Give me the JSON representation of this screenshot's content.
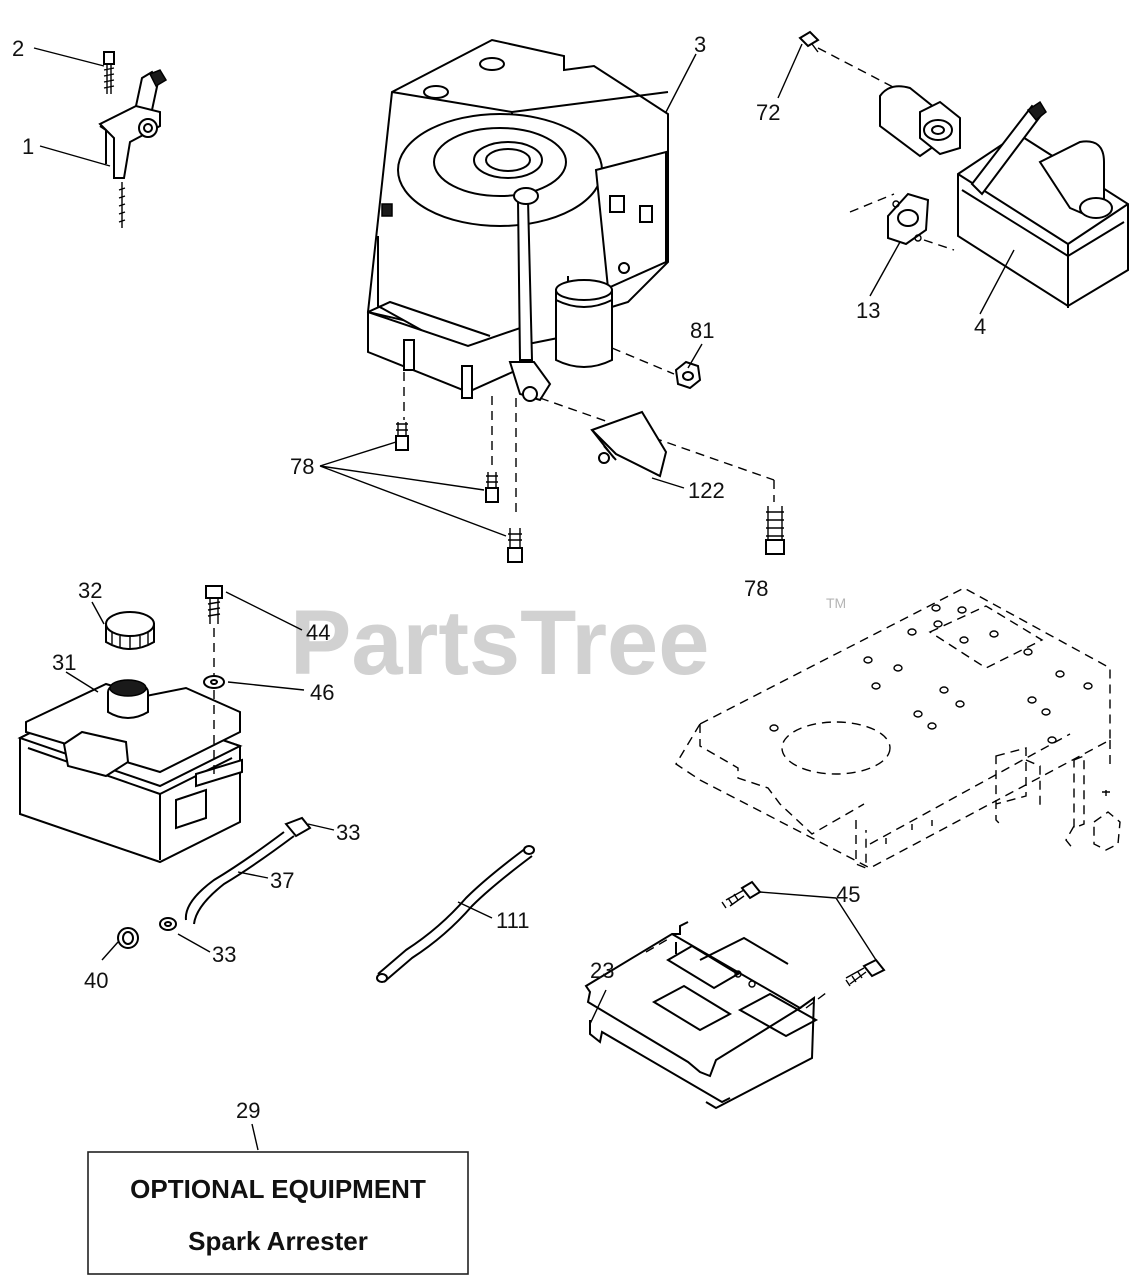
{
  "watermark": {
    "text": "PartsTree",
    "trademark": "TM"
  },
  "callouts": {
    "c1": "1",
    "c2": "2",
    "c3": "3",
    "c4": "4",
    "c13": "13",
    "c23": "23",
    "c29": "29",
    "c31": "31",
    "c32": "32",
    "c33a": "33",
    "c33b": "33",
    "c37": "37",
    "c40": "40",
    "c44": "44",
    "c45": "45",
    "c46": "46",
    "c72": "72",
    "c78a": "78",
    "c78b": "78",
    "c81": "81",
    "c111": "111",
    "c122": "122"
  },
  "note": {
    "title": "OPTIONAL EQUIPMENT",
    "subtitle": "Spark Arrester"
  },
  "colors": {
    "line": "#000000",
    "background": "#ffffff",
    "watermark": "#b5b5b5"
  }
}
